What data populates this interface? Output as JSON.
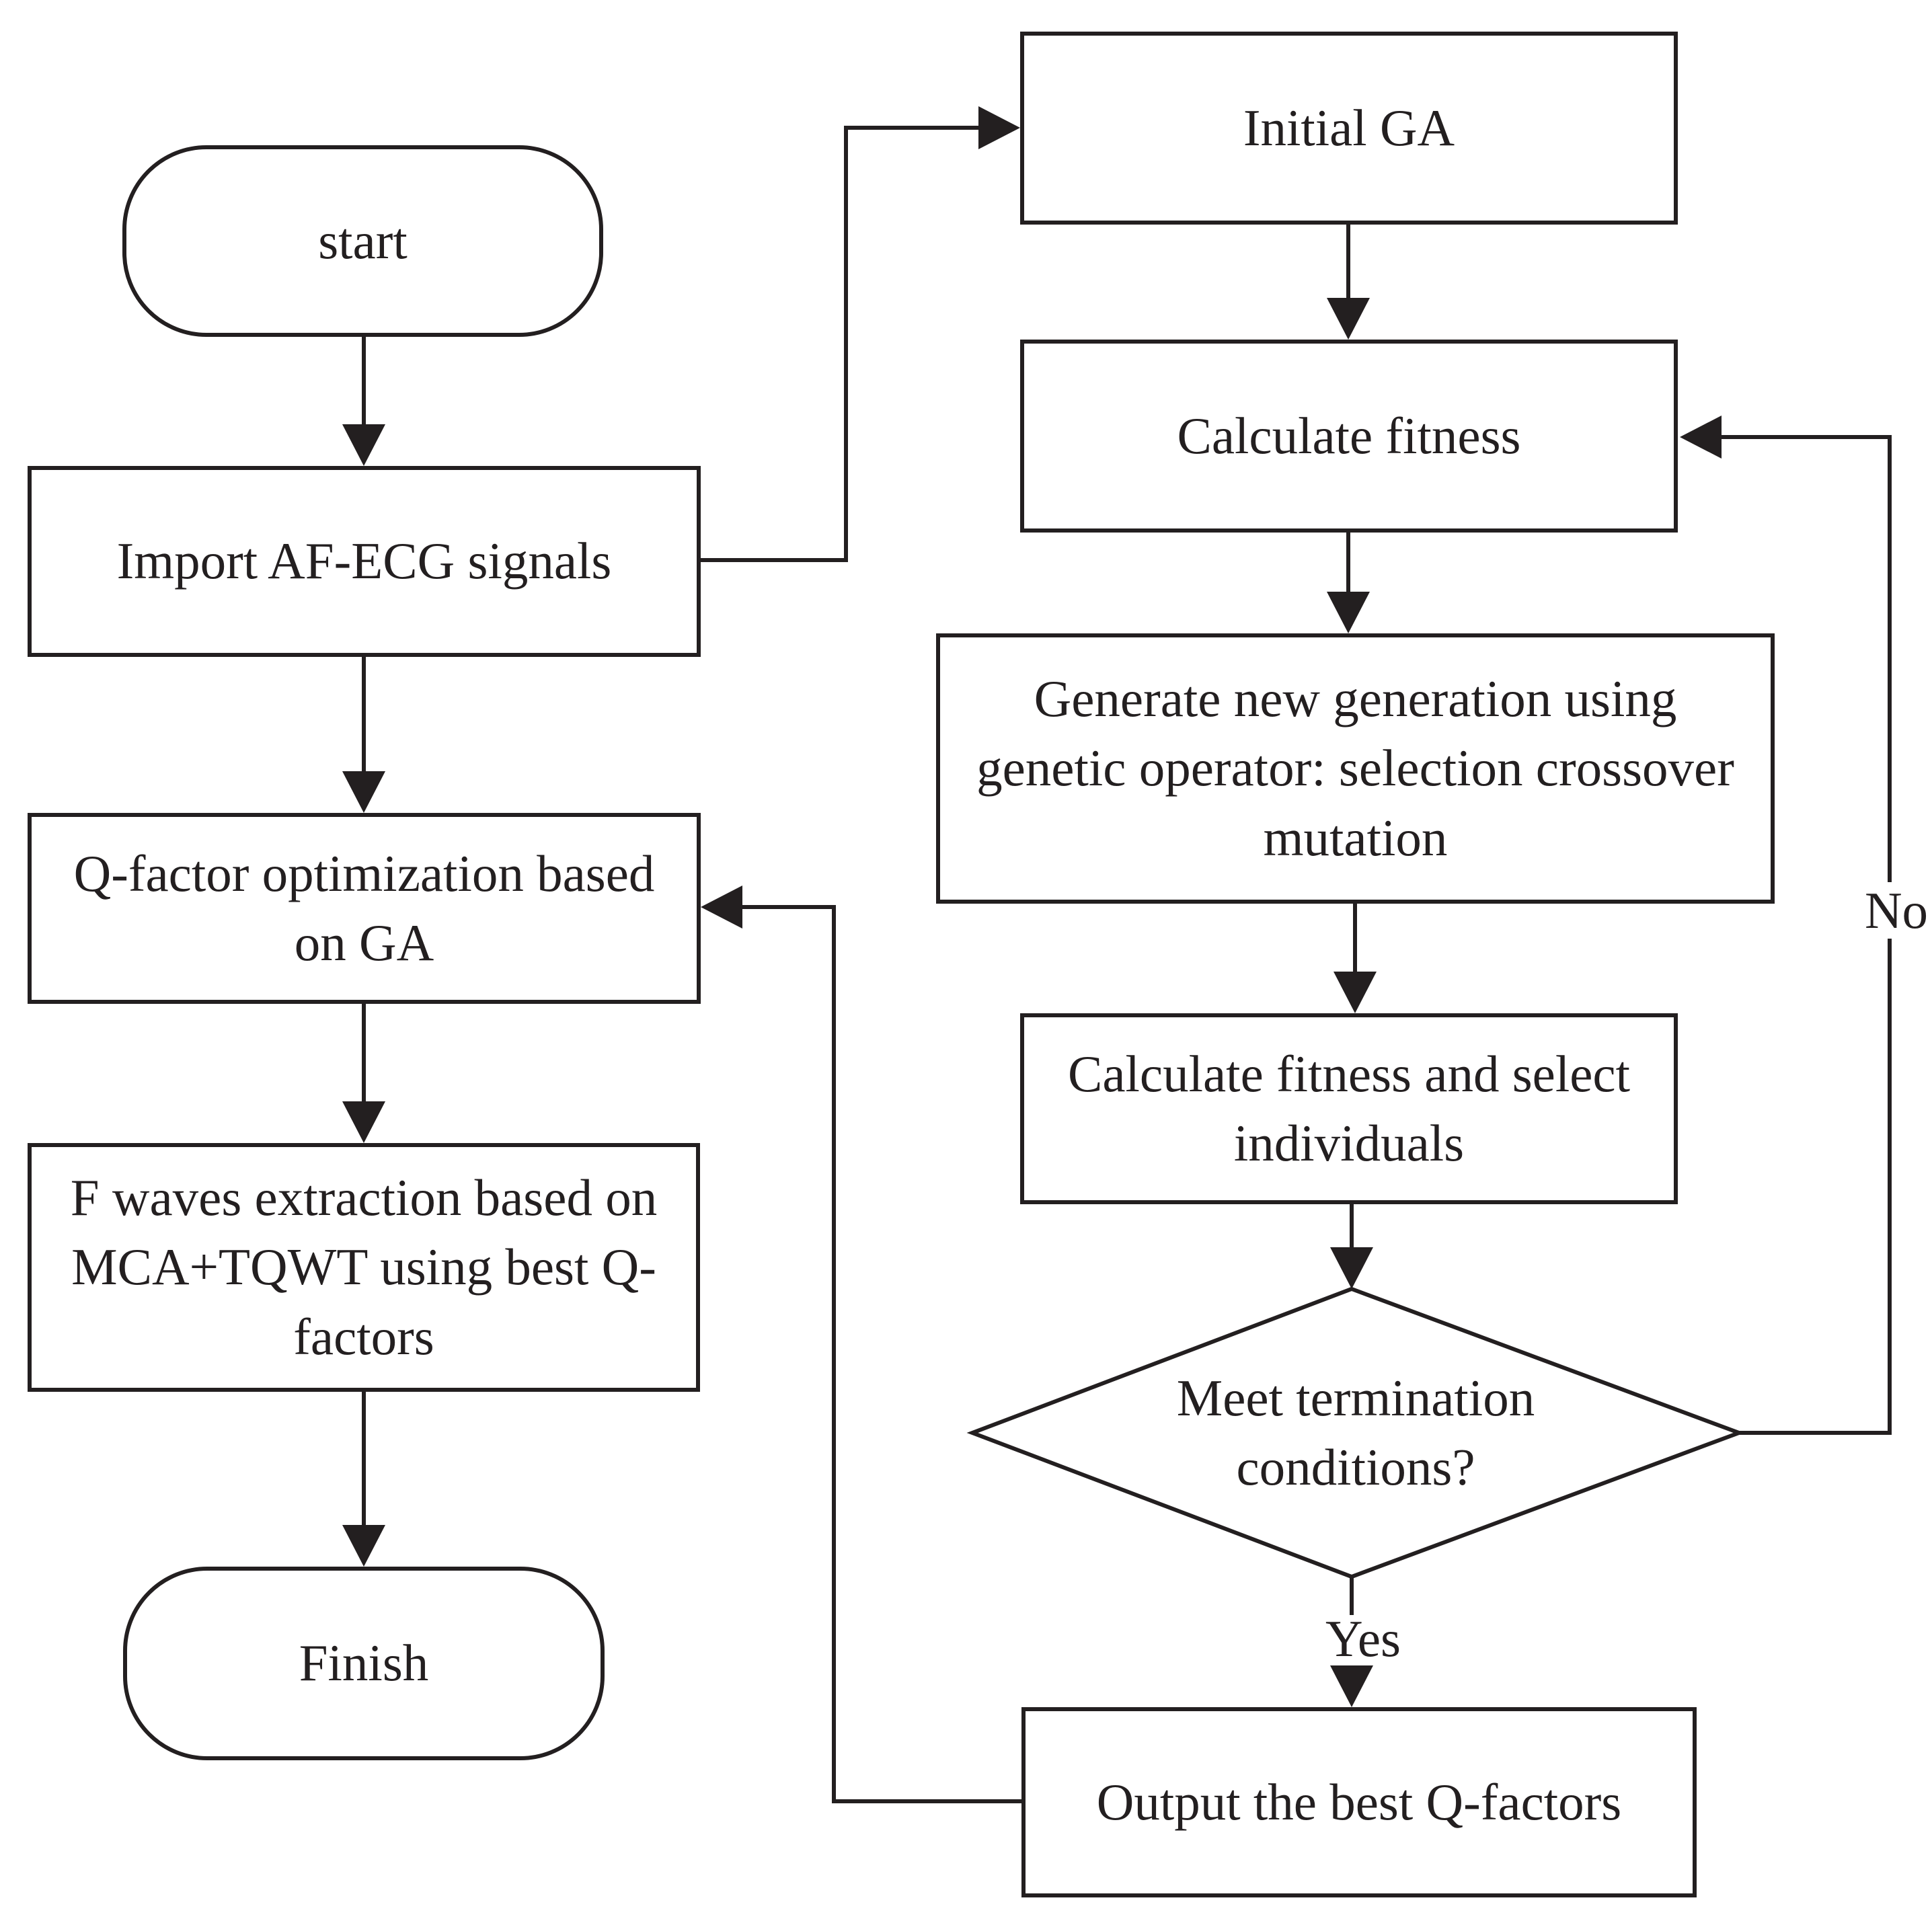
{
  "colors": {
    "stroke": "#231f20",
    "background": "#ffffff",
    "text": "#231f20"
  },
  "nodes": {
    "start": {
      "label": "start"
    },
    "import_signals": {
      "label": "Import AF-ECG signals"
    },
    "q_factor_opt": {
      "lines": [
        "Q-factor optimization based",
        "on GA"
      ]
    },
    "f_waves": {
      "lines": [
        "F waves extraction based on",
        "MCA+TQWT using best Q-",
        "factors"
      ]
    },
    "finish": {
      "label": "Finish"
    },
    "initial_ga": {
      "label": "Initial GA"
    },
    "calculate_fitness": {
      "label": "Calculate fitness"
    },
    "generate_new": {
      "lines": [
        "Generate new generation using",
        "genetic operator: selection crossover",
        "mutation"
      ]
    },
    "calc_fitness_select": {
      "lines": [
        "Calculate fitness and select",
        "individuals"
      ]
    },
    "decision": {
      "lines": [
        "Meet termination",
        "conditions?"
      ]
    },
    "output_q": {
      "label": "Output the best Q-factors"
    }
  },
  "edge_labels": {
    "yes": "Yes",
    "no": "No"
  }
}
